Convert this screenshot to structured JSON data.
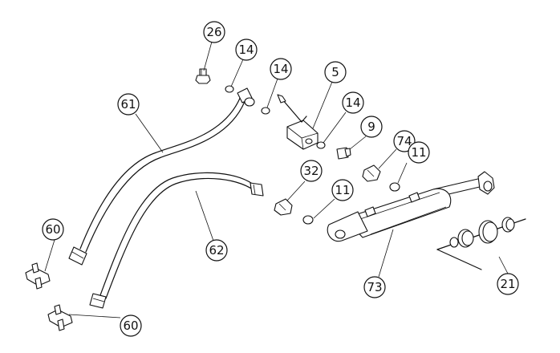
{
  "balloons": [
    {
      "id": "b26",
      "label": "26"
    },
    {
      "id": "b14a",
      "label": "14"
    },
    {
      "id": "b14b",
      "label": "14"
    },
    {
      "id": "b5",
      "label": "5"
    },
    {
      "id": "b14c",
      "label": "14"
    },
    {
      "id": "b61",
      "label": "61"
    },
    {
      "id": "b9",
      "label": "9"
    },
    {
      "id": "b74",
      "label": "74"
    },
    {
      "id": "b11a",
      "label": "11"
    },
    {
      "id": "b32",
      "label": "32"
    },
    {
      "id": "b11b",
      "label": "11"
    },
    {
      "id": "b60a",
      "label": "60"
    },
    {
      "id": "b62",
      "label": "62"
    },
    {
      "id": "b21",
      "label": "21"
    },
    {
      "id": "b73",
      "label": "73"
    },
    {
      "id": "b60b",
      "label": "60"
    }
  ]
}
